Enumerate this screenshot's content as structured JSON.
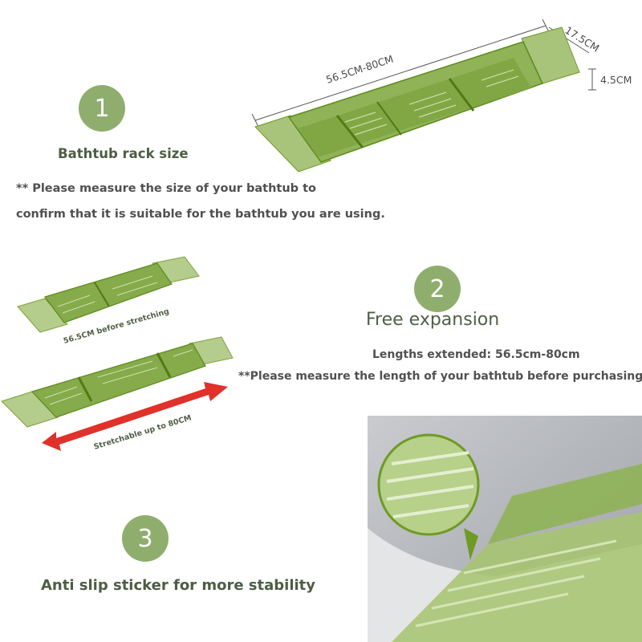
{
  "colors": {
    "accent_green": "#8fae6e",
    "heading_green": "#4d5d44",
    "rack_green": "#6f9a24",
    "arrow_red": "#e0312b"
  },
  "section1": {
    "number": "1",
    "title": "Bathtub rack size",
    "note_line1": "** Please measure the size of your bathtub to",
    "note_line2": "confirm that it is suitable for the bathtub you are using.",
    "dimensions": {
      "length": "56.5CM-80CM",
      "width": "17.5CM",
      "height": "4.5CM"
    }
  },
  "section2": {
    "number": "2",
    "title": "Free expansion",
    "lengths": "Lengths extended: 56.5cm-80cm",
    "note": "**Please measure the length of your bathtub before purchasing!",
    "caption_before": "56.5CM before stretching",
    "caption_stretch": "Stretchable up to 80CM"
  },
  "section3": {
    "number": "3",
    "title": "Anti slip sticker for more stability"
  }
}
